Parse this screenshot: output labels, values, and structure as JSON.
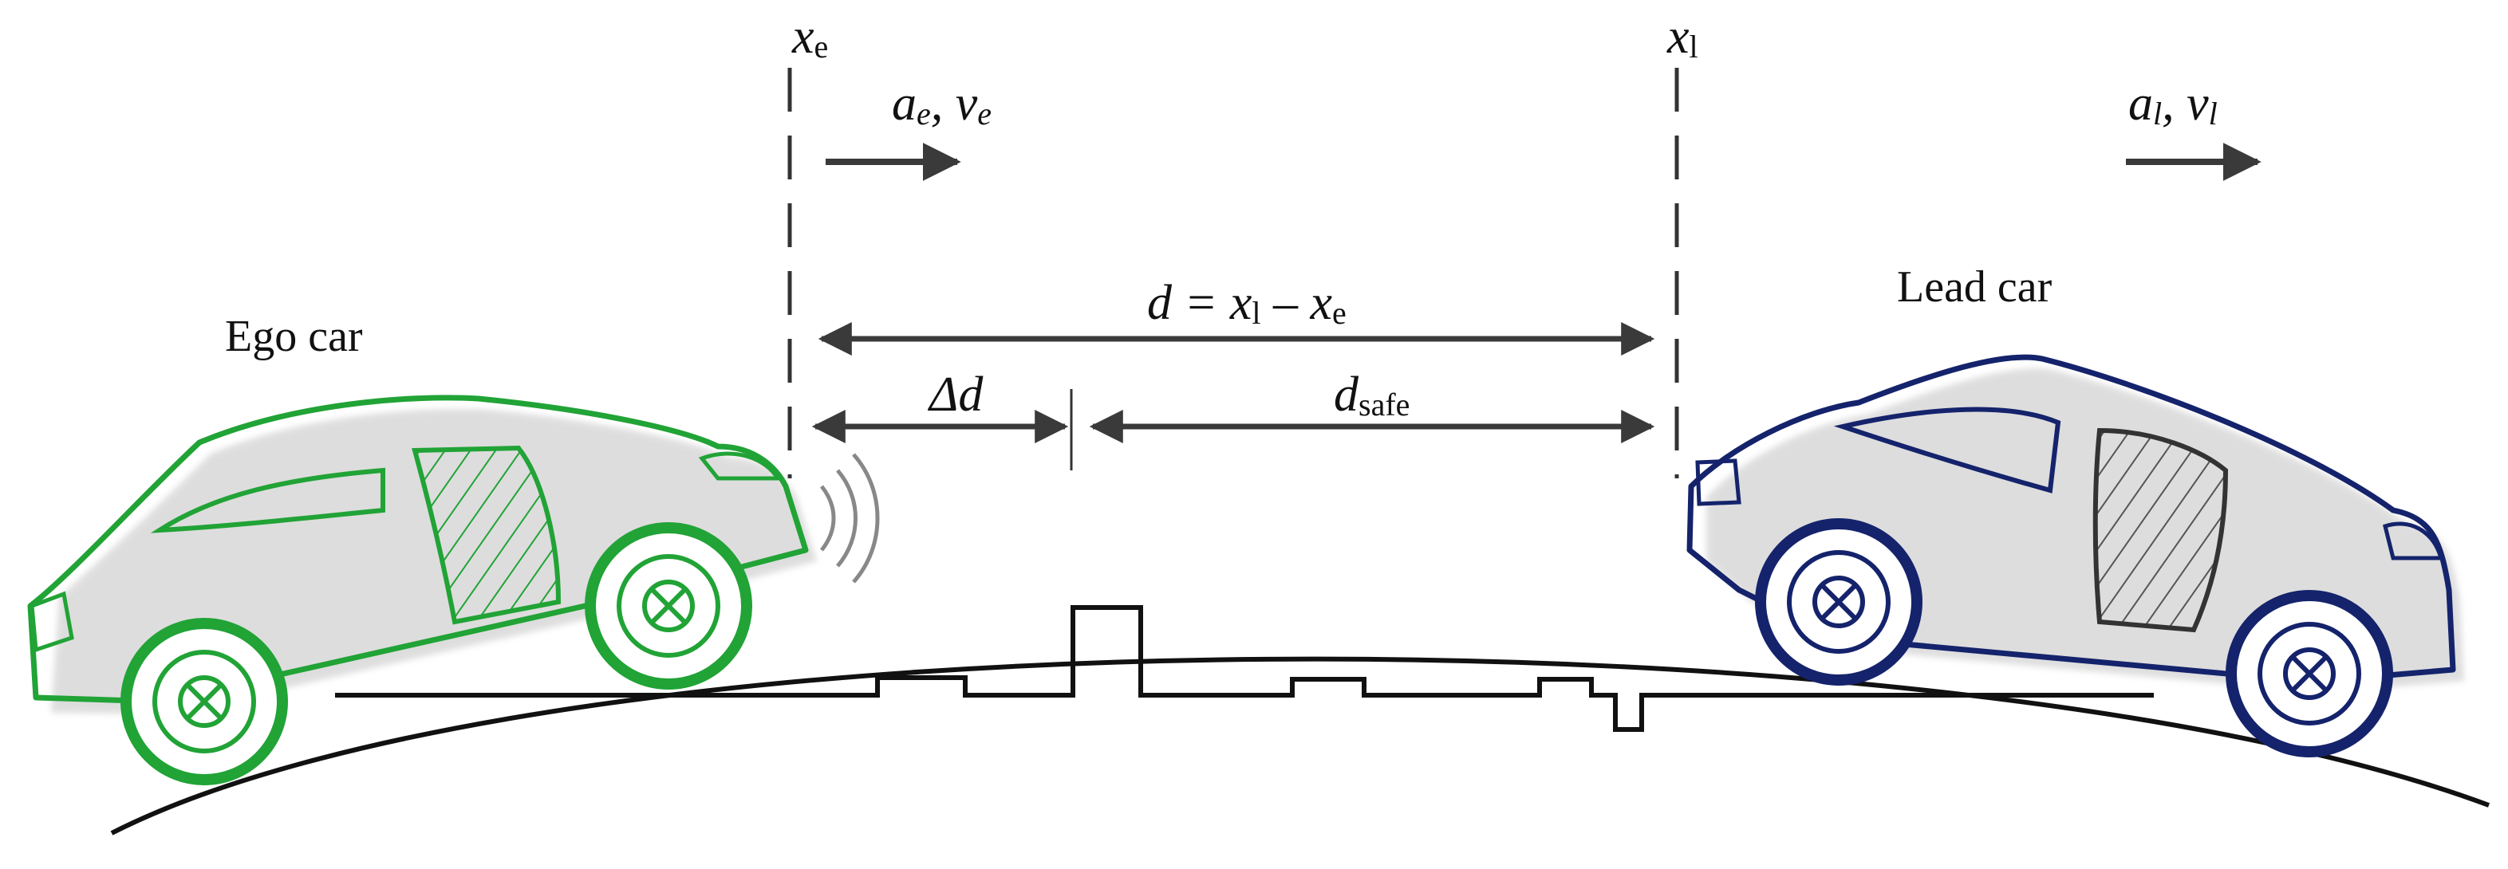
{
  "labels": {
    "ego_car": "Ego car",
    "lead_car": "Lead car",
    "ego_position": {
      "var": "x",
      "sub": "e"
    },
    "lead_position": {
      "var": "x",
      "sub": "l"
    },
    "ego_motion": {
      "a": "a",
      "a_sub": "e",
      "sep": ", ",
      "v": "v",
      "v_sub": "e"
    },
    "lead_motion": {
      "a": "a",
      "a_sub": "l",
      "sep": ", ",
      "v": "v",
      "v_sub": "l"
    },
    "distance": {
      "lhs": "d = ",
      "x1": "x",
      "x1_sub": "l",
      "minus": " – ",
      "x2": "x",
      "x2_sub": "e"
    },
    "delta_d": "Δd",
    "d_safe": {
      "var": "d",
      "sub": "safe"
    }
  },
  "colors": {
    "ego_car": "#21a336",
    "lead_car": "#14236b",
    "arrows": "#3a3a3a",
    "road": "#111111",
    "shadow": "#c8c8c8"
  }
}
